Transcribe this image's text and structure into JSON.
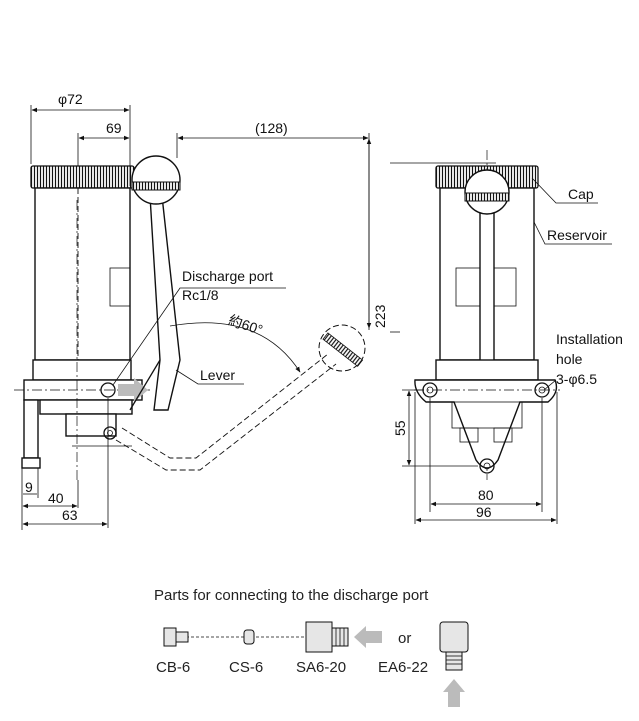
{
  "dimensions": {
    "phi72": "φ72",
    "d69": "69",
    "d128": "(128)",
    "d223": "223",
    "d9": "9",
    "d40": "40",
    "d63": "63",
    "d55": "55",
    "d80": "80",
    "d96": "96",
    "angle": "約60°"
  },
  "labels": {
    "discharge_port": "Discharge port",
    "discharge_thread": "Rc1/8",
    "lever": "Lever",
    "cap": "Cap",
    "reservoir": "Reservoir",
    "installation_line1": "Installation",
    "installation_line2": "hole",
    "installation_line3": "3-φ6.5"
  },
  "parts": {
    "title": "Parts for connecting to the discharge port",
    "cb6": "CB-6",
    "cs6": "CS-6",
    "sa620": "SA6-20",
    "or": "or",
    "ea622": "EA6-22"
  }
}
